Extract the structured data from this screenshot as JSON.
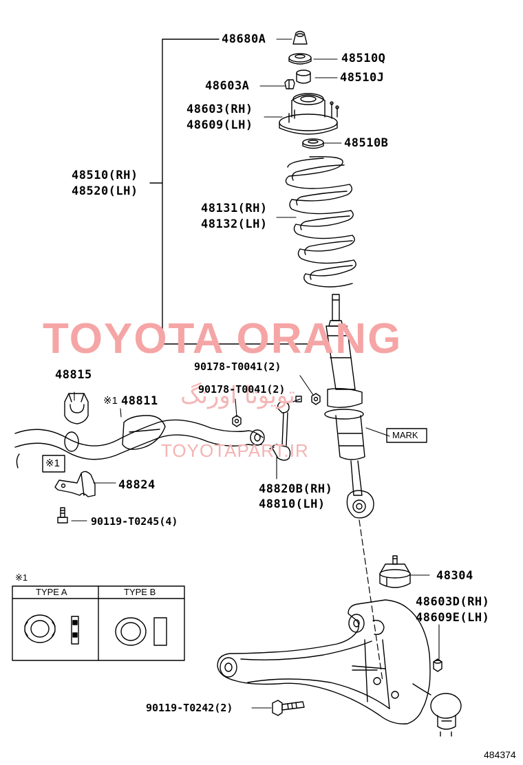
{
  "watermark": {
    "title": "TOYOTA ORANG",
    "persian": "تویوتا اورنگ",
    "url": "TOYOTAPART.IR"
  },
  "labels": {
    "p48680A": "48680A",
    "p48510Q": "48510Q",
    "p48510J": "48510J",
    "p48603A": "48603A",
    "p48603_rh": "48603(RH)",
    "p48609_lh": "48609(LH)",
    "p48510B": "48510B",
    "p48510_rh": "48510(RH)",
    "p48520_lh": "48520(LH)",
    "p48131_rh": "48131(RH)",
    "p48132_lh": "48132(LH)",
    "p90178_a": "90178-T0041(2)",
    "p90178_b": "90178-T0041(2)",
    "p48815": "48815",
    "p48811_mark": "※1",
    "p48811": "48811",
    "mark_label": "MARK",
    "p48824": "48824",
    "p48820B_rh": "48820B(RH)",
    "p48810_lh": "48810(LH)",
    "p90119_T0245": "90119-T0245(4)",
    "p48304": "48304",
    "p48603D_rh": "48603D(RH)",
    "p48609E_lh": "48609E(LH)",
    "p90119_T0242": "90119-T0242(2)",
    "note_mark_small": "※1",
    "note_mark_box": "※1",
    "diagram_id": "484374"
  },
  "type_table": {
    "type_a": "TYPE A",
    "type_b": "TYPE B"
  }
}
